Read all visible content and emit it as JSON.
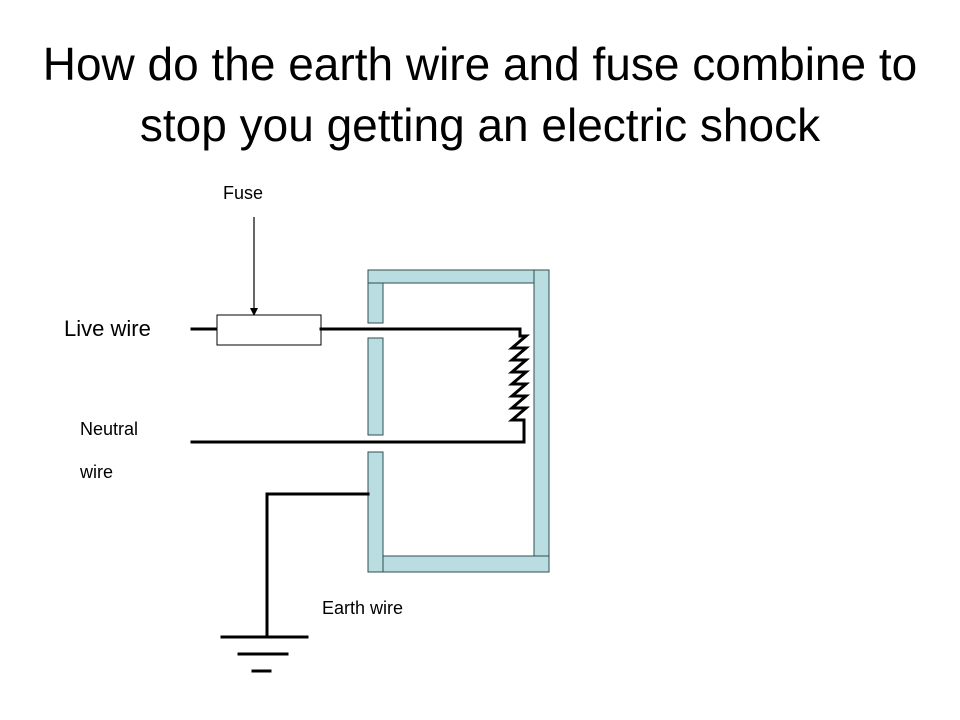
{
  "slide": {
    "title": "How do the earth wire and fuse combine to stop you getting an electric shock"
  },
  "labels": {
    "fuse": "Fuse",
    "live_wire": "Live wire",
    "neutral_line1": "Neutral",
    "neutral_line2": "wire",
    "earth_wire": "Earth wire"
  },
  "colors": {
    "casing_fill": "#b9dde1",
    "casing_stroke": "#2f4f4f",
    "wire": "#000000",
    "background": "#ffffff"
  }
}
